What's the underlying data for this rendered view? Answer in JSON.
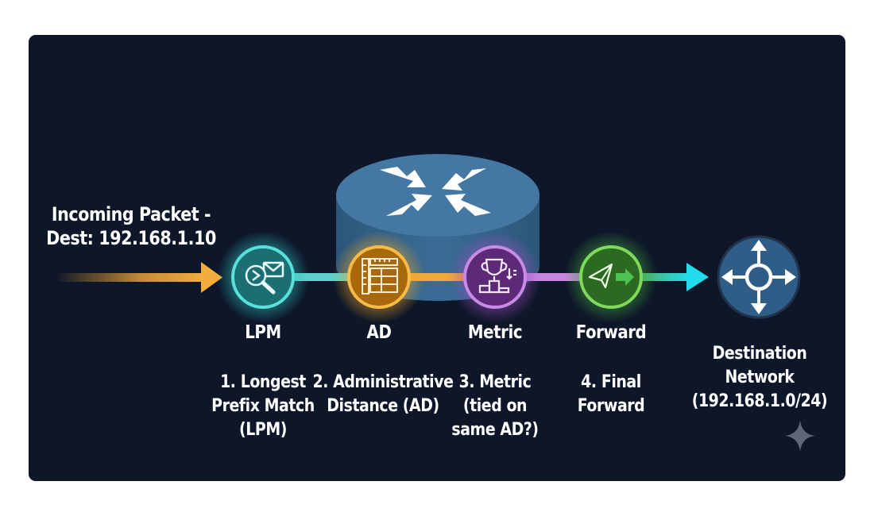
{
  "packet": {
    "label": "Incoming Packet -\nDest: 192.168.1.10"
  },
  "router": {
    "icon": "router-arrows-icon"
  },
  "steps": [
    {
      "short": "LPM",
      "description": "1. Longest\nPrefix Match\n(LPM)",
      "color": "#2bc4c2",
      "icon": "magnifier-envelope-icon"
    },
    {
      "short": "AD",
      "description": "2. Administrative\nDistance (AD)",
      "color": "#f0a625",
      "icon": "ruler-table-icon"
    },
    {
      "short": "Metric",
      "description": "3. Metric\n(tied on\nsame AD?)",
      "color": "#a04fc4",
      "icon": "trophy-podium-icon"
    },
    {
      "short": "Forward",
      "description": "4. Final\nForward",
      "color": "#43a83c",
      "icon": "paper-plane-icon"
    }
  ],
  "destination": {
    "label": "Destination\nNetwork\n(192.168.1.0/24)",
    "color": "#2e5e88",
    "icon": "four-way-arrows-icon"
  },
  "colors": {
    "background": "#0e1729",
    "router": "#3a6d96",
    "arrow_in": "#e9a43a",
    "arrow_out": "#28d6e6"
  }
}
